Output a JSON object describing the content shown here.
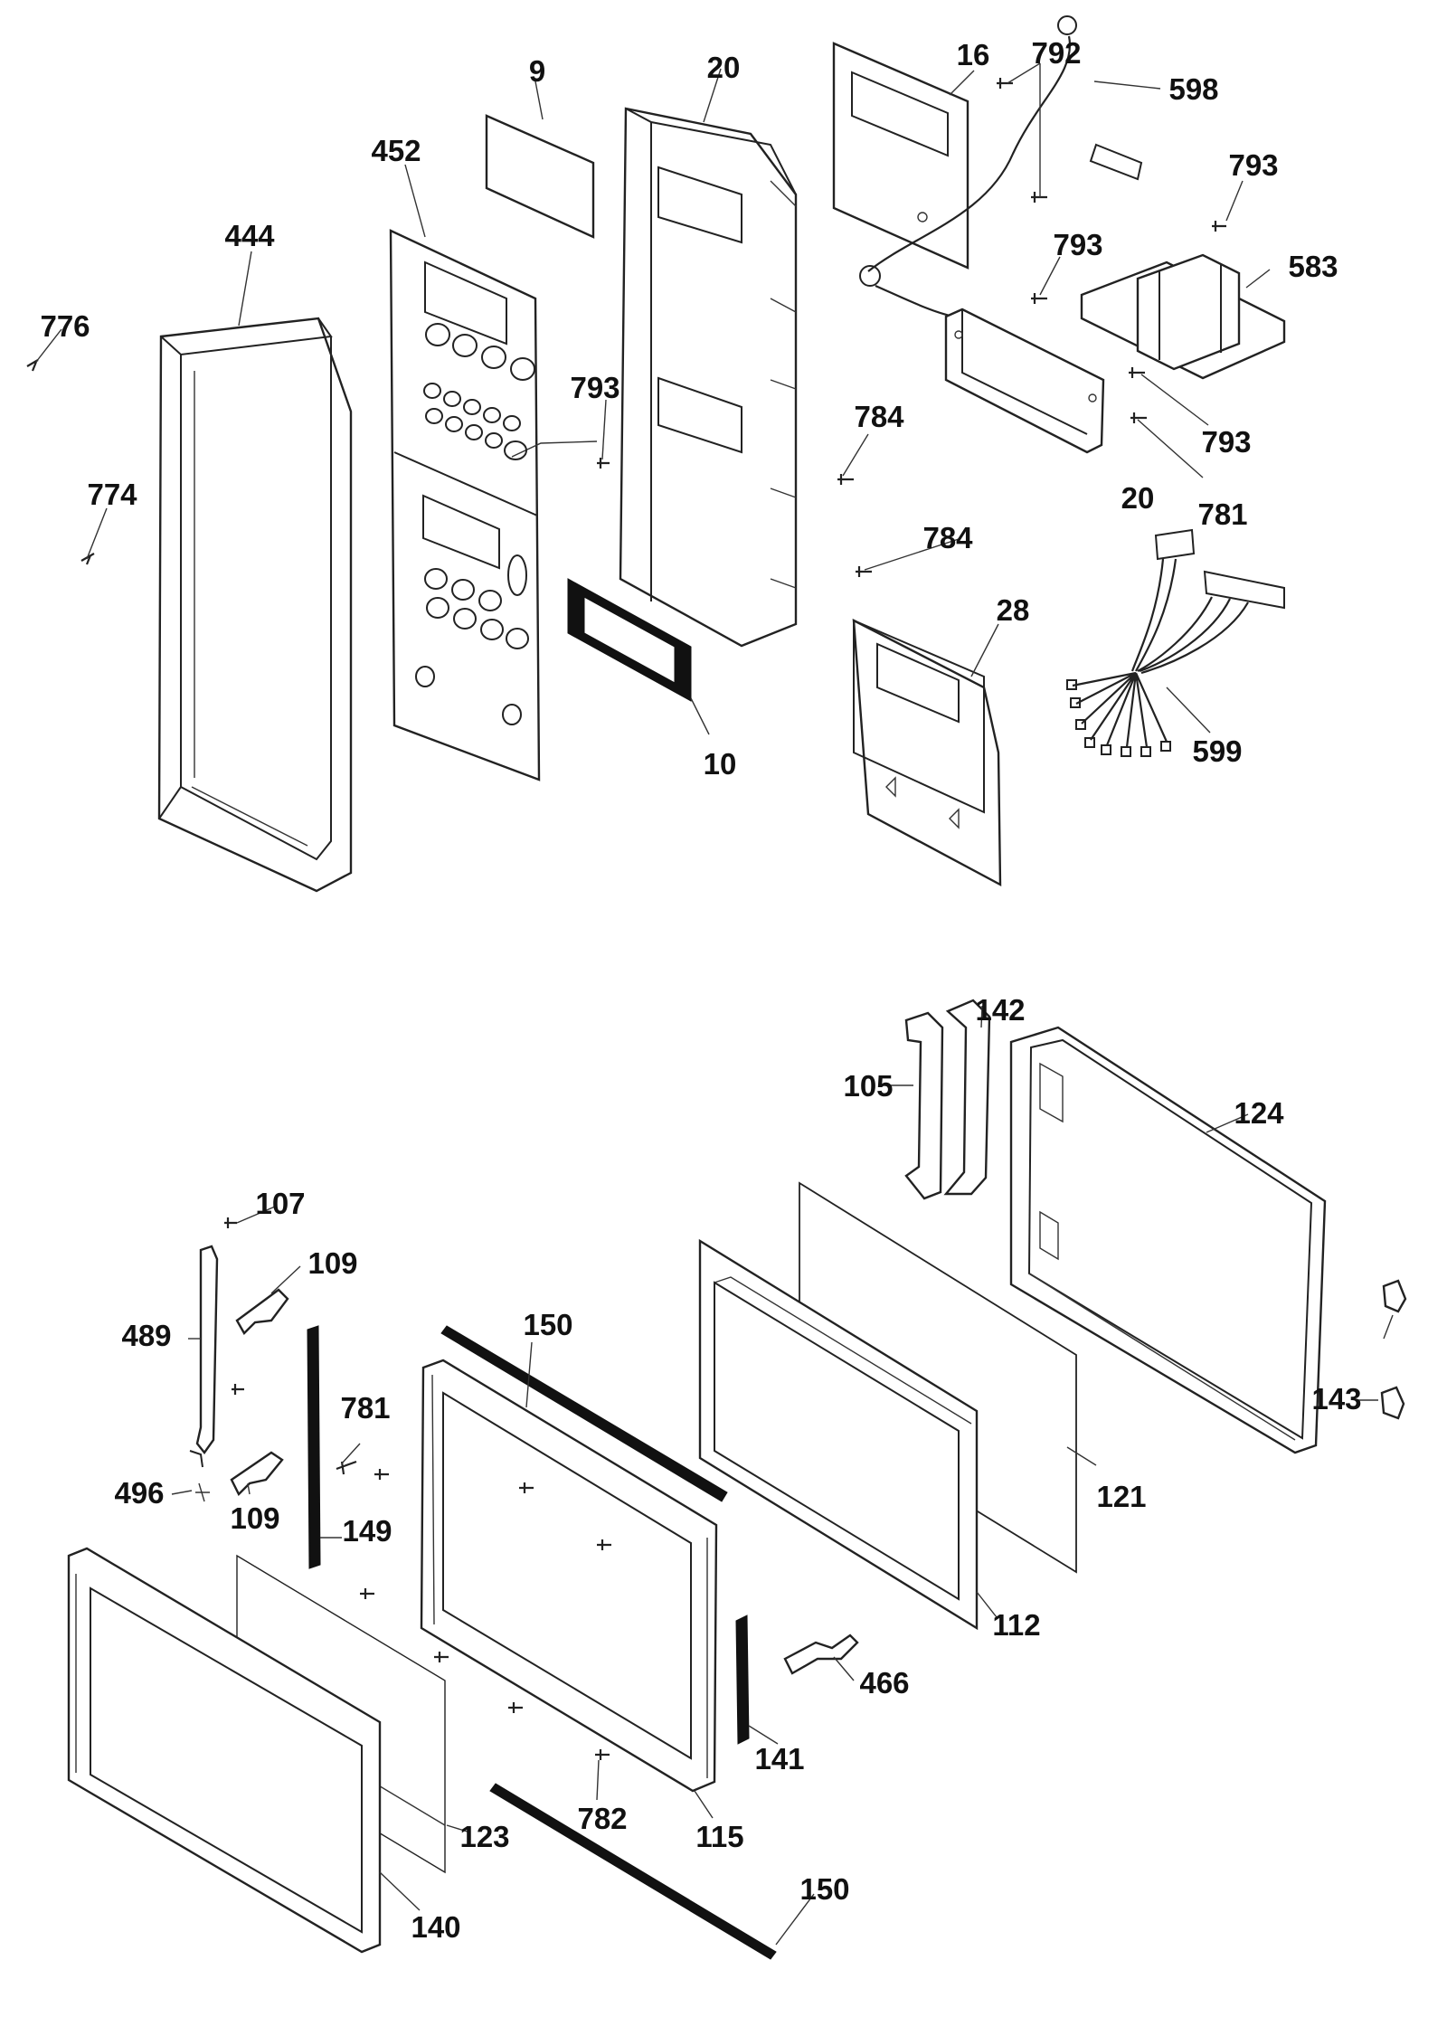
{
  "callouts": [
    {
      "id": "9",
      "text": "9"
    },
    {
      "id": "20a",
      "text": "20"
    },
    {
      "id": "16",
      "text": "16"
    },
    {
      "id": "792",
      "text": "792"
    },
    {
      "id": "598",
      "text": "598"
    },
    {
      "id": "452",
      "text": "452"
    },
    {
      "id": "793a",
      "text": "793"
    },
    {
      "id": "444",
      "text": "444"
    },
    {
      "id": "793b",
      "text": "793"
    },
    {
      "id": "583",
      "text": "583"
    },
    {
      "id": "776",
      "text": "776"
    },
    {
      "id": "793c",
      "text": "793"
    },
    {
      "id": "784a",
      "text": "784"
    },
    {
      "id": "793d",
      "text": "793"
    },
    {
      "id": "774",
      "text": "774"
    },
    {
      "id": "20b",
      "text": "20"
    },
    {
      "id": "781a",
      "text": "781"
    },
    {
      "id": "784b",
      "text": "784"
    },
    {
      "id": "28",
      "text": "28"
    },
    {
      "id": "10",
      "text": "10"
    },
    {
      "id": "599",
      "text": "599"
    },
    {
      "id": "142",
      "text": "142"
    },
    {
      "id": "105",
      "text": "105"
    },
    {
      "id": "124",
      "text": "124"
    },
    {
      "id": "107",
      "text": "107"
    },
    {
      "id": "109a",
      "text": "109"
    },
    {
      "id": "150a",
      "text": "150"
    },
    {
      "id": "489",
      "text": "489"
    },
    {
      "id": "781b",
      "text": "781"
    },
    {
      "id": "143",
      "text": "143"
    },
    {
      "id": "496",
      "text": "496"
    },
    {
      "id": "109b",
      "text": "109"
    },
    {
      "id": "149",
      "text": "149"
    },
    {
      "id": "121",
      "text": "121"
    },
    {
      "id": "112",
      "text": "112"
    },
    {
      "id": "466",
      "text": "466"
    },
    {
      "id": "141",
      "text": "141"
    },
    {
      "id": "782",
      "text": "782"
    },
    {
      "id": "123",
      "text": "123"
    },
    {
      "id": "115",
      "text": "115"
    },
    {
      "id": "150b",
      "text": "150"
    },
    {
      "id": "140",
      "text": "140"
    }
  ],
  "colors": {
    "ink": "#111111",
    "paper": "#ffffff"
  }
}
